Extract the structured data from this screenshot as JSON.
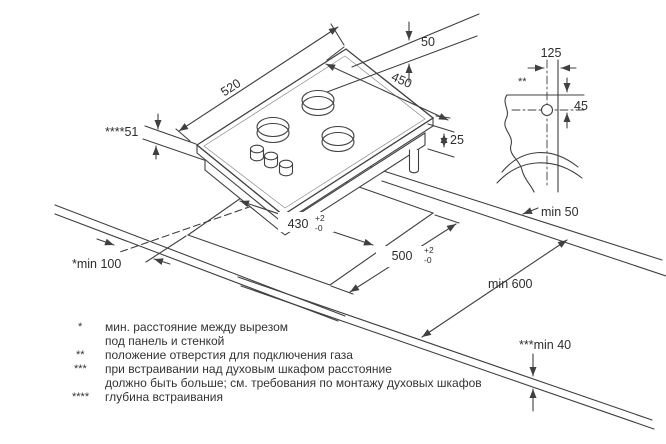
{
  "colors": {
    "line": "#404040",
    "text": "#2e2e2e",
    "burner_fill": "#d8d8d8",
    "background": "#ffffff"
  },
  "hob": {
    "burner_count": 3,
    "knob_count": 3
  },
  "dimensions": {
    "top_width": "450",
    "left_width": "520",
    "burner_to_edge": "50",
    "under_counter_height": "25",
    "embed_depth": "****51",
    "gas_hole_horizontal": "125",
    "gas_hole_vertical": "45",
    "gas_hole_marker": "**",
    "cutout_depth": {
      "value": "430",
      "tol_plus": "+2",
      "tol_minus": "-0"
    },
    "cutout_width": {
      "value": "500",
      "tol_plus": "+2",
      "tol_minus": "-0"
    },
    "side_clearance": "min 50",
    "wall_clearance": "*min 100",
    "worktop_depth": "min 600",
    "oven_gap": "***min 40"
  },
  "footnotes": [
    {
      "marker": "*",
      "text": "мин. расстояние между вырезом"
    },
    {
      "marker": "",
      "text": "под панель и стенкой"
    },
    {
      "marker": "**",
      "text": "положение отверстия для подключения газа"
    },
    {
      "marker": "***",
      "text": "при встраивании над духовым шкафом расстояние"
    },
    {
      "marker": "",
      "text": "должно быть больше; см. требования по монтажу духовых шкафов"
    },
    {
      "marker": "****",
      "text": "глубина встраивания"
    }
  ]
}
